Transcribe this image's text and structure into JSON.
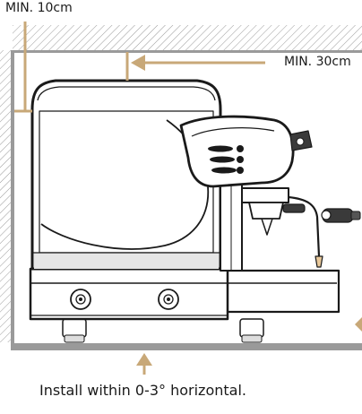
{
  "labels": {
    "min_side": "MIN. 10cm",
    "min_back": "MIN. 30cm",
    "install_note": "Install within 0-3° horizontal."
  },
  "colors": {
    "accent": "#c8a878",
    "wall": "#9a9a9a",
    "ink": "#1a1a1a"
  }
}
